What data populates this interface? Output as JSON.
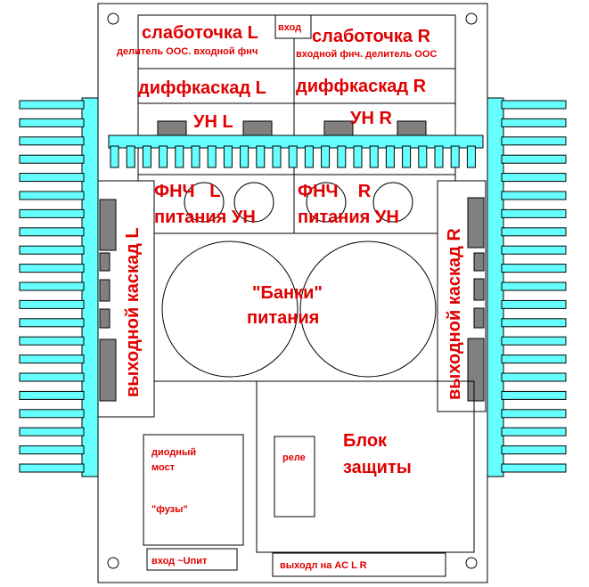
{
  "colors": {
    "board": "#ffffff",
    "outline": "#000000",
    "heatsink": "#66ffff",
    "component": "#808080",
    "label": "#e00000"
  },
  "labels": {
    "input": "вход",
    "small_signal_l": "слаботочка L",
    "small_signal_r": "слаботочка R",
    "small_signal_l_sub": "делитель ООС. входной фнч",
    "small_signal_r_sub": "входной фнч. делитель ООС",
    "diff_l": "диффкаскад L",
    "diff_r": "диффкаскад R",
    "vas_l": "УН L",
    "vas_r": "УН R",
    "lpf_l": "ФНЧ   L",
    "lpf_r": "ФНЧ    R",
    "psu_vas_l": "питания УН",
    "psu_vas_r": "питания УН",
    "output_l": "выходной каскад L",
    "output_r": "выходной каскад R",
    "caps_line1": "\"Банки\"",
    "caps_line2": "питания",
    "diode_line1": "диодный",
    "diode_line2": "мост",
    "fuses": "\"фузы\"",
    "relay": "реле",
    "protection_line1": "Блок",
    "protection_line2": "защиты",
    "power_input": "вход ~Uпит",
    "ac_output": "выходл на АС L R"
  }
}
